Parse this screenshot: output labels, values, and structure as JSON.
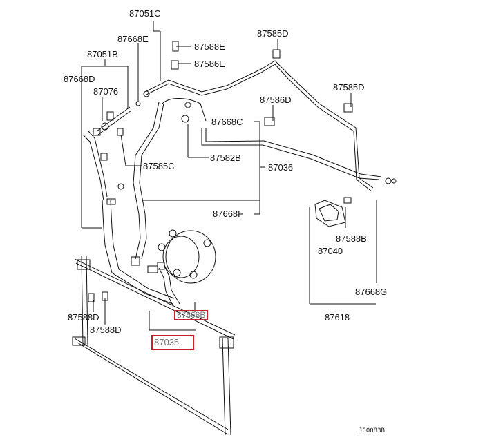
{
  "labels": {
    "l87051C": "87051C",
    "l87668E": "87668E",
    "l87588E": "87588E",
    "l87586E": "87586E",
    "l87051B": "87051B",
    "l87668D": "87668D",
    "l87076": "87076",
    "l87585D_top": "87585D",
    "l87585D_right": "87585D",
    "l87586D": "87586D",
    "l87668C": "87668C",
    "l87582B": "87582B",
    "l87036": "87036",
    "l87585C": "87585C",
    "l87668F": "87668F",
    "l87588B": "87588B",
    "l87040": "87040",
    "l87668G": "87668G",
    "l87618": "87618",
    "l87588D_a": "87588D",
    "l87588D_b": "87588D",
    "l87668B": "87668B",
    "l87035": "87035"
  },
  "diagram_code": "J00083B",
  "colors": {
    "highlight": "#c8202a",
    "line": "#111111"
  }
}
